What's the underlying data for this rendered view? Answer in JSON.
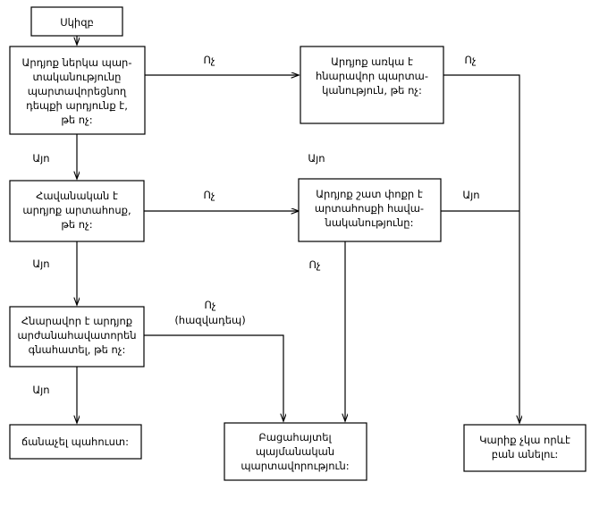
{
  "diagram": {
    "title": "Armenian decision flowchart",
    "background_color": "#ffffff",
    "line_color": "#000000",
    "nodes": {
      "start": {
        "lines": [
          "Սկիզբ"
        ]
      },
      "d1": {
        "lines": [
          "Արդյոք ներկա պար-",
          "տականությունը",
          "պարտավորեցնող",
          "դեպքի արդյունք է,",
          "թե ոչ:"
        ]
      },
      "d2": {
        "lines": [
          "Արդյոք առկա է",
          "հնարավոր պարտա-",
          "կանություն, թե ոչ:"
        ]
      },
      "d3": {
        "lines": [
          "Հավանական է",
          "արդյոք արտահոսք,",
          "թե ոչ:"
        ]
      },
      "d4": {
        "lines": [
          "Արդյոք շատ փոքր է",
          "արտահոսքի հավա-",
          "նականությունը:"
        ]
      },
      "d5": {
        "lines": [
          "Հնարավոր է արդյոք",
          "արժանահավատորեն",
          "գնահատել, թե ոչ:"
        ]
      },
      "t1": {
        "lines": [
          "ճանաչել պահուստ:"
        ]
      },
      "t2": {
        "lines": [
          "Բացահայտել",
          "պայմանական",
          "պարտավորություն:"
        ]
      },
      "t3": {
        "lines": [
          "Կարիք չկա որևէ",
          "բան անելու:"
        ]
      }
    },
    "edge_labels": {
      "d1_no": "Ոչ",
      "d1_yes": "Այո",
      "d2_no": "Ոչ",
      "d2_yes": "Այո",
      "d3_no": "Ոչ",
      "d3_yes": "Այո",
      "d4_yes": "Այո",
      "d4_no": "Ոչ",
      "d5_no_line1": "Ոչ",
      "d5_no_line2": "(հազվադեպ)",
      "d5_yes": "Այո"
    }
  }
}
